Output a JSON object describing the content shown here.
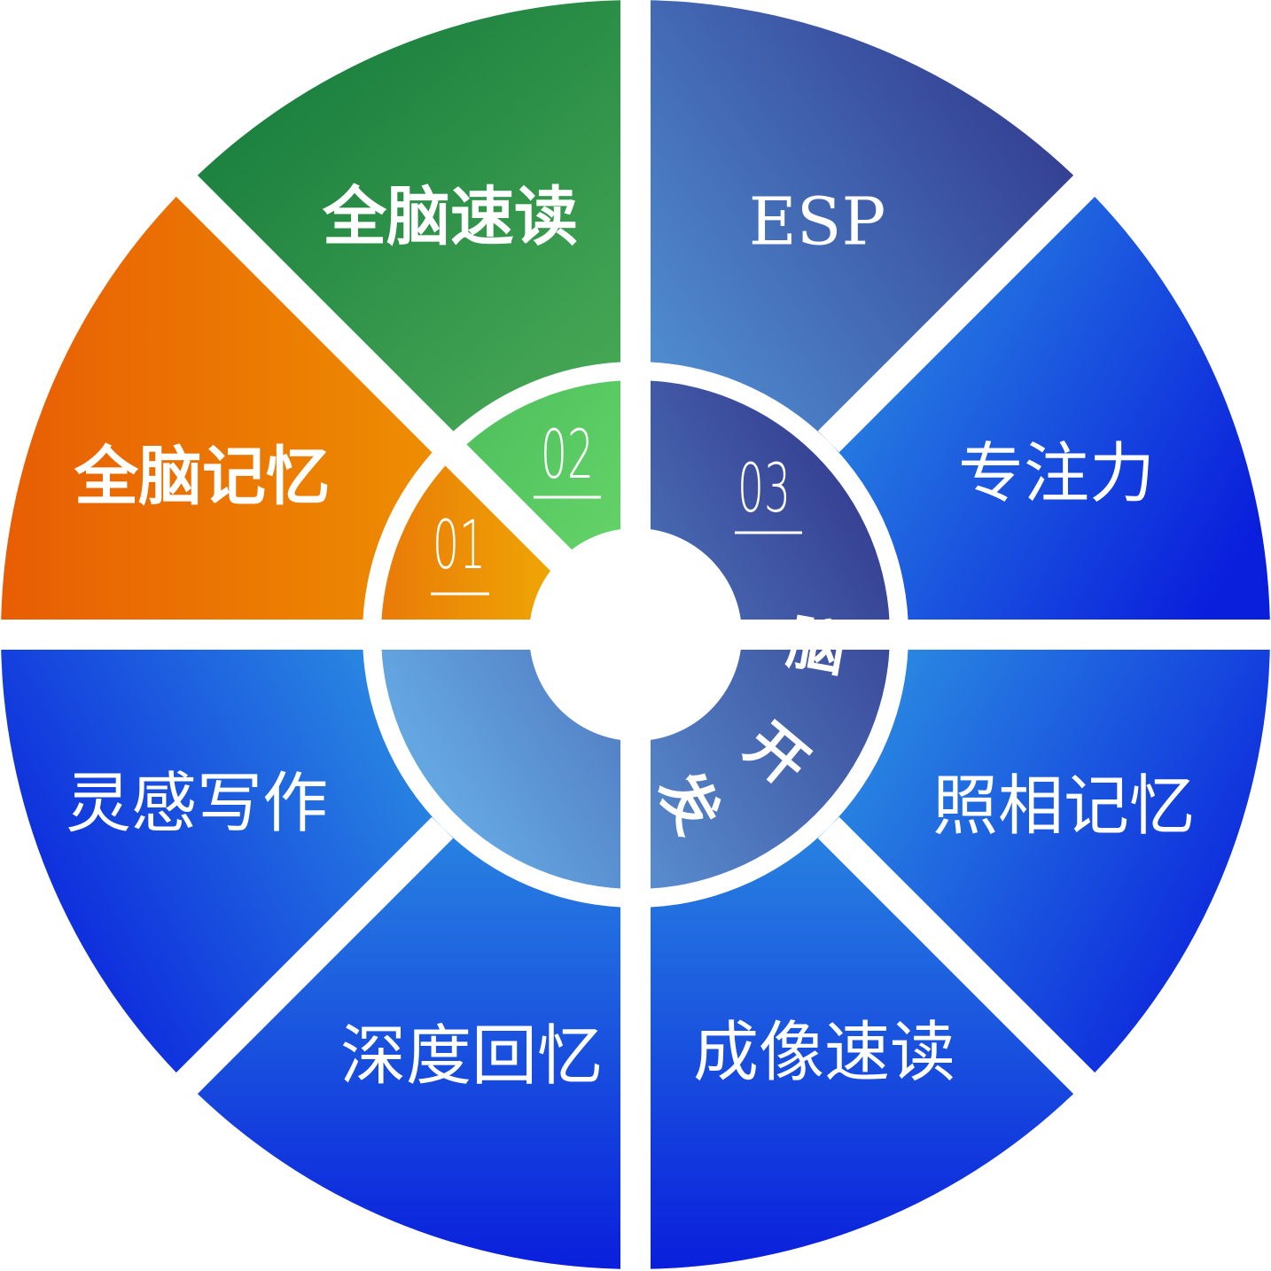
{
  "wheel": {
    "segments": [
      {
        "label": "全脑记忆",
        "bold": true
      },
      {
        "label": "全脑速读",
        "bold": true
      },
      {
        "label": "ESP",
        "bold": false
      },
      {
        "label": "专注力",
        "bold": false
      },
      {
        "label": "照相记忆",
        "bold": false
      },
      {
        "label": "成像速读",
        "bold": false
      },
      {
        "label": "深度回忆",
        "bold": false
      },
      {
        "label": "灵感写作",
        "bold": false
      }
    ],
    "inner": [
      {
        "number": "01"
      },
      {
        "number": "02"
      },
      {
        "number": "03"
      }
    ],
    "core_text": [
      "脑",
      "开",
      "发"
    ]
  },
  "colors": {
    "orange_dark": "#e85d04",
    "orange_light": "#f0b400",
    "green_dark": "#157a3c",
    "green_light": "#66d66a",
    "navy_dark": "#2e2f85",
    "navy_light": "#5aa8e6",
    "blue_dark": "#0a1fdc",
    "blue_light": "#35aee3",
    "gap": "#ffffff"
  }
}
